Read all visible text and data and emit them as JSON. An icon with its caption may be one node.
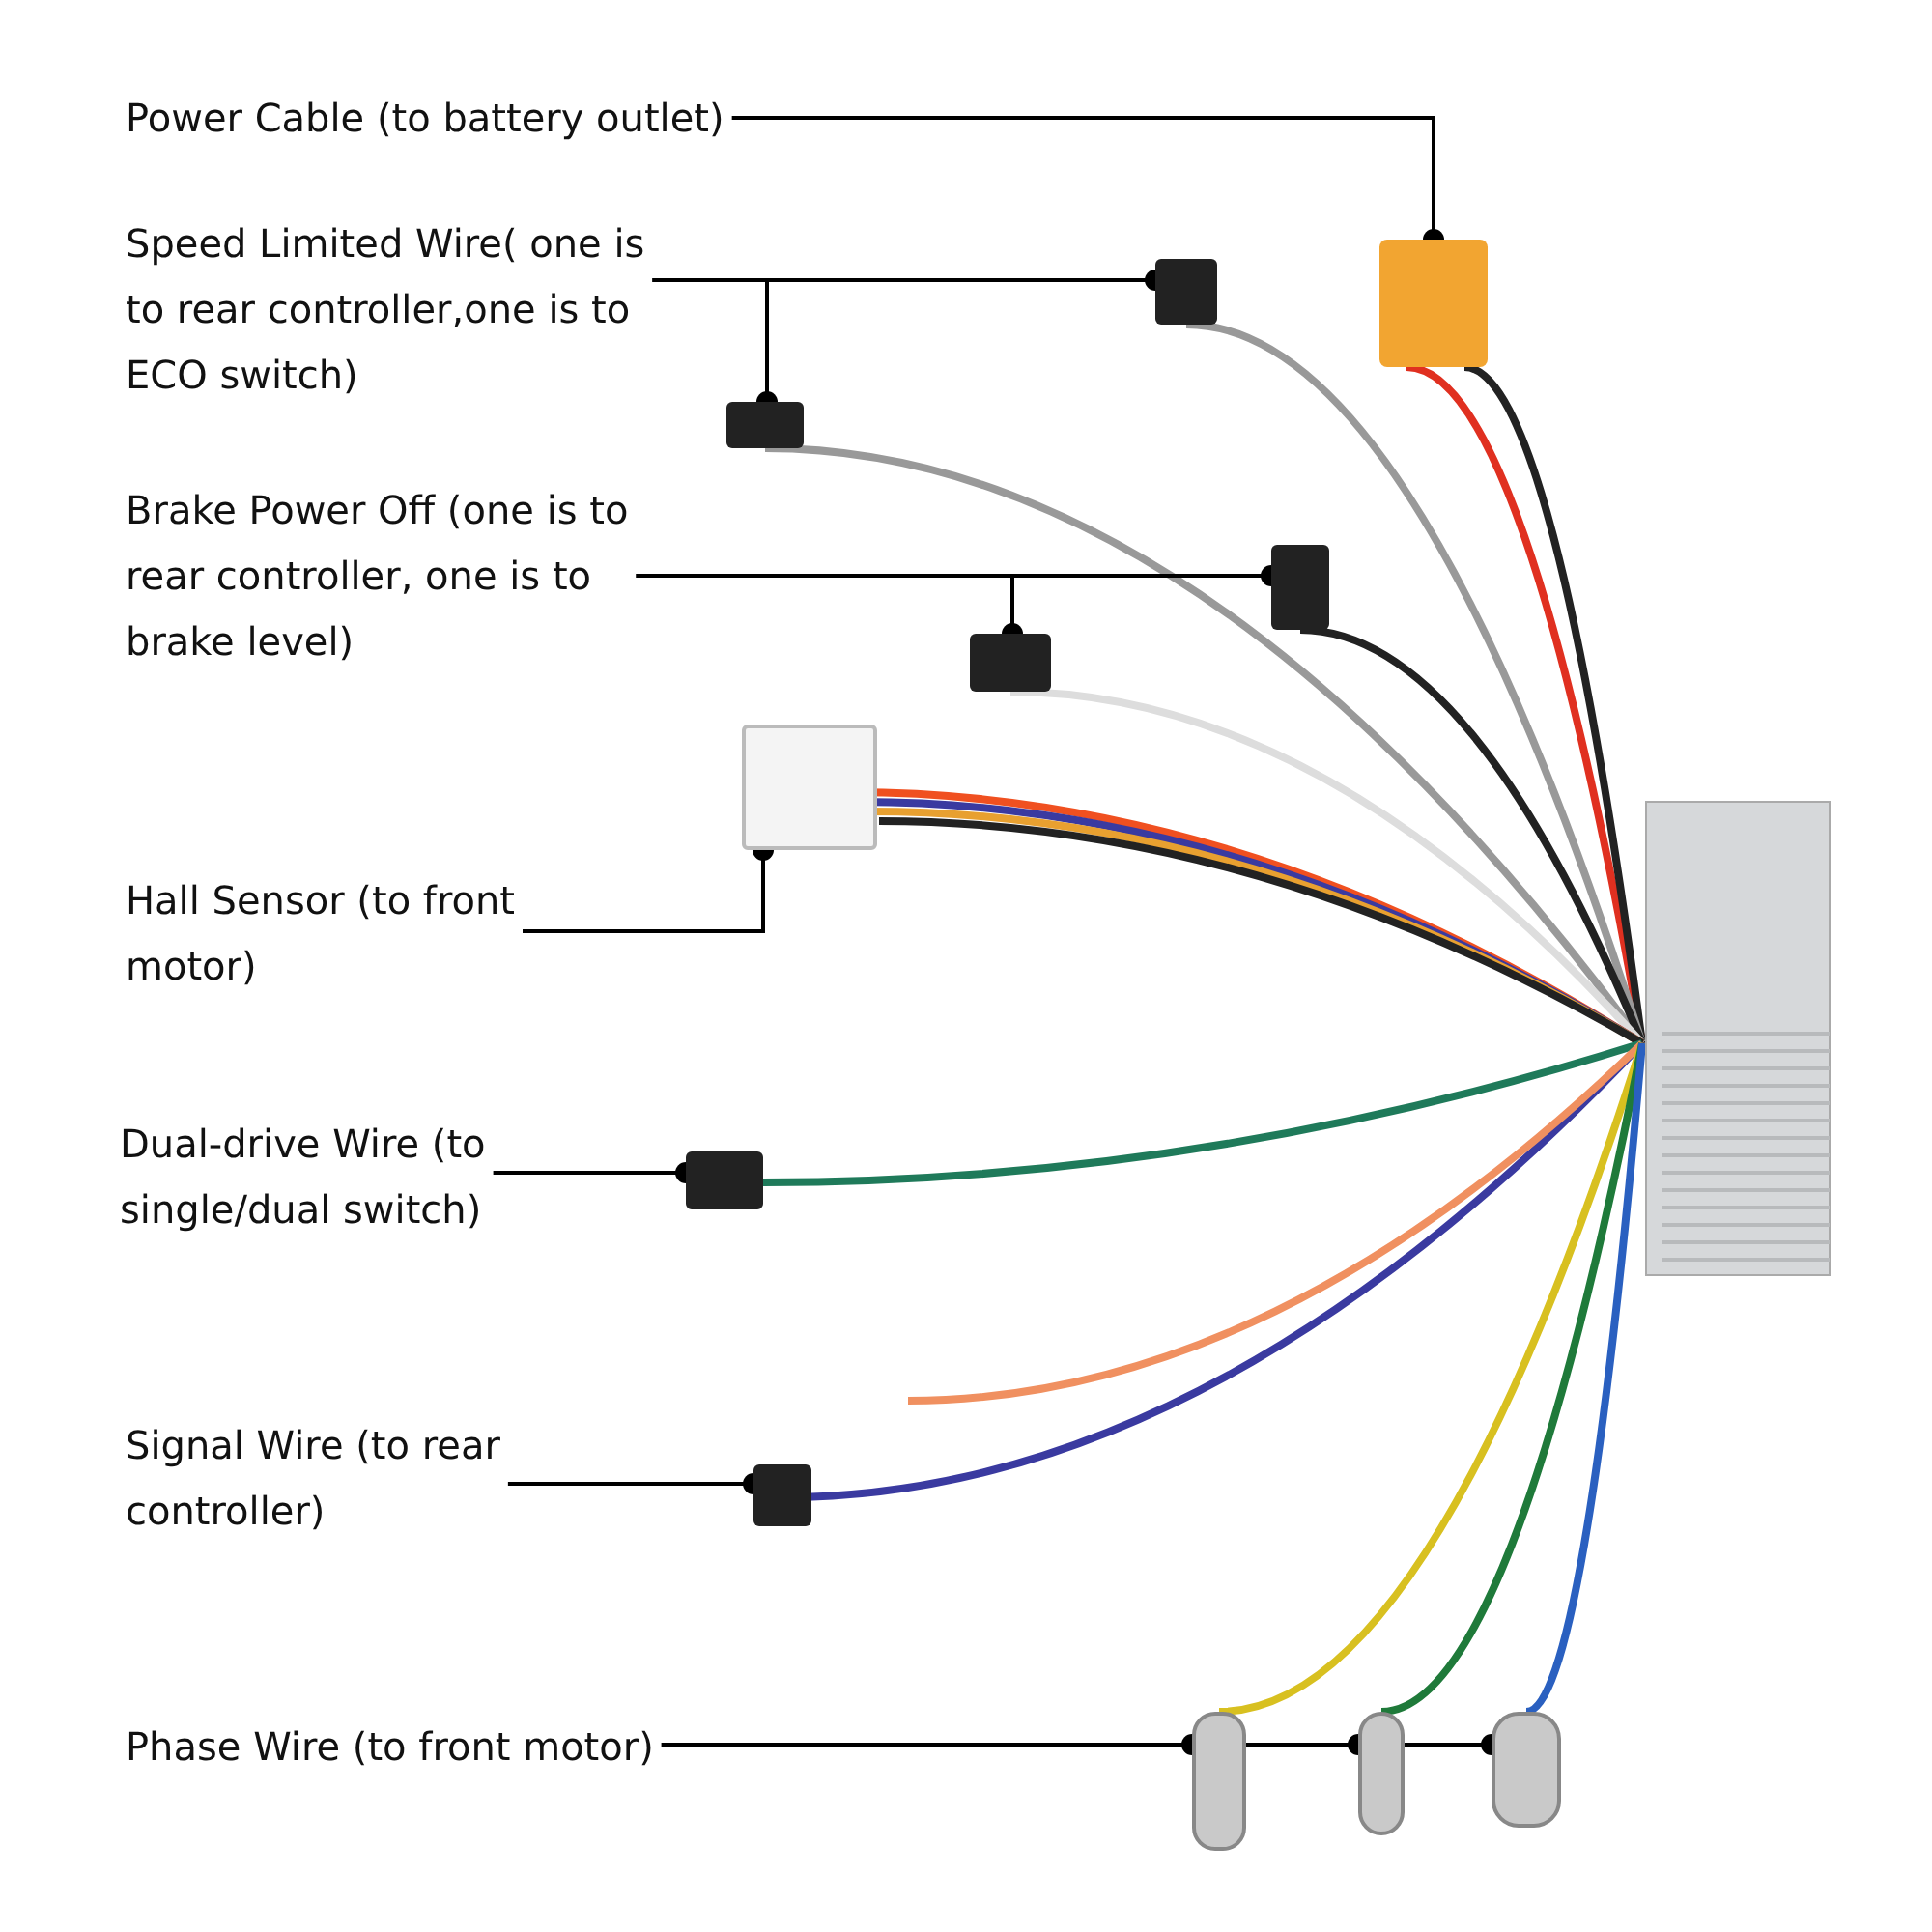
{
  "diagram": {
    "nodes": [
      {
        "text": [
          "Power Cable (to battery outlet)"
        ]
      },
      {
        "text": [],
        "shape": "box"
      },
      {
        "text": [
          "Speed Limited Wire( one is to rear controller,one is to ECO switch)"
        ]
      },
      {
        "text": [],
        "shape": "box"
      },
      {
        "text": [],
        "shape": "box"
      },
      {
        "text": [
          "Brake Power Off (one is to rear controller, one is to brake level)"
        ]
      },
      {
        "text": [],
        "shape": "box"
      },
      {
        "text": [],
        "shape": "box"
      },
      {
        "text": [],
        "shape": "box"
      },
      {
        "text": [
          "Hall Sensor (to front motor)"
        ]
      },
      {
        "text": [
          "Dual-drive Wire (to single/dual switch)"
        ]
      },
      {
        "text": [],
        "shape": "box"
      },
      {
        "text": [
          "Signal Wire (to rear controller)"
        ]
      },
      {
        "text": [],
        "shape": "box"
      },
      {
        "text": [
          "Phase Wire (to front motor)"
        ]
      },
      {
        "text": [],
        "shape": "box"
      },
      {
        "text": [],
        "shape": "box"
      },
      {
        "text": [],
        "shape": "box"
      }
    ],
    "edges": [
      {
        "from": 0,
        "to": 1,
        "arrow": "other"
      },
      {
        "from": 2,
        "to": 3,
        "arrow": "other"
      },
      {
        "from": 2,
        "to": 4,
        "arrow": "other"
      },
      {
        "from": 5,
        "to": 6,
        "arrow": "other"
      },
      {
        "from": 5,
        "to": 7,
        "arrow": "other"
      },
      {
        "from": 9,
        "to": 8,
        "arrow": "other"
      },
      {
        "from": 10,
        "to": 11,
        "arrow": "other"
      },
      {
        "from": 12,
        "to": 13,
        "arrow": "other"
      },
      {
        "from": 14,
        "to": 15,
        "arrow": "other"
      },
      {
        "from": 14,
        "to": 16,
        "arrow": "other"
      },
      {
        "from": 14,
        "to": 17,
        "arrow": "other"
      }
    ]
  }
}
